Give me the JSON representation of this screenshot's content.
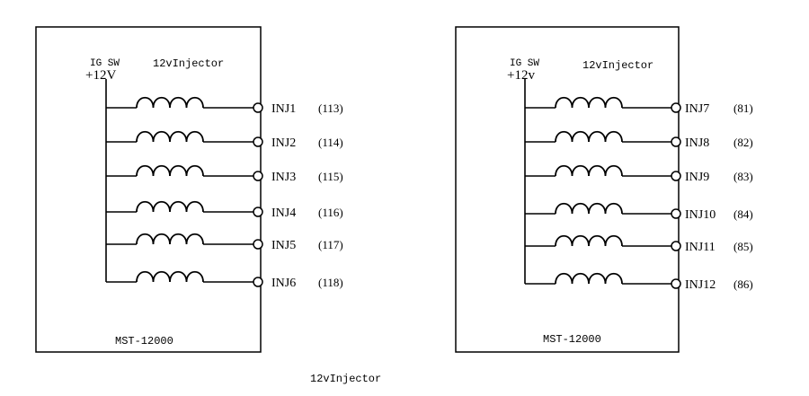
{
  "caption": "12vInjector",
  "panels": [
    {
      "ig_sw": "IG SW",
      "voltage": "+12V",
      "injector_label": "12vInjector",
      "model": "MST-12000",
      "pins": [
        {
          "name": "INJ1",
          "pin": "(113)"
        },
        {
          "name": "INJ2",
          "pin": "(114)"
        },
        {
          "name": "INJ3",
          "pin": "(115)"
        },
        {
          "name": "INJ4",
          "pin": "(116)"
        },
        {
          "name": "INJ5",
          "pin": "(117)"
        },
        {
          "name": "INJ6",
          "pin": "(118)"
        }
      ]
    },
    {
      "ig_sw": "IG SW",
      "voltage": "+12v",
      "injector_label": "12vInjector",
      "model": "MST-12000",
      "pins": [
        {
          "name": "INJ7",
          "pin": "(81)"
        },
        {
          "name": "INJ8",
          "pin": "(82)"
        },
        {
          "name": "INJ9",
          "pin": "(83)"
        },
        {
          "name": "INJ10",
          "pin": "(84)"
        },
        {
          "name": "INJ11",
          "pin": "(85)"
        },
        {
          "name": "INJ12",
          "pin": "(86)"
        }
      ]
    }
  ]
}
